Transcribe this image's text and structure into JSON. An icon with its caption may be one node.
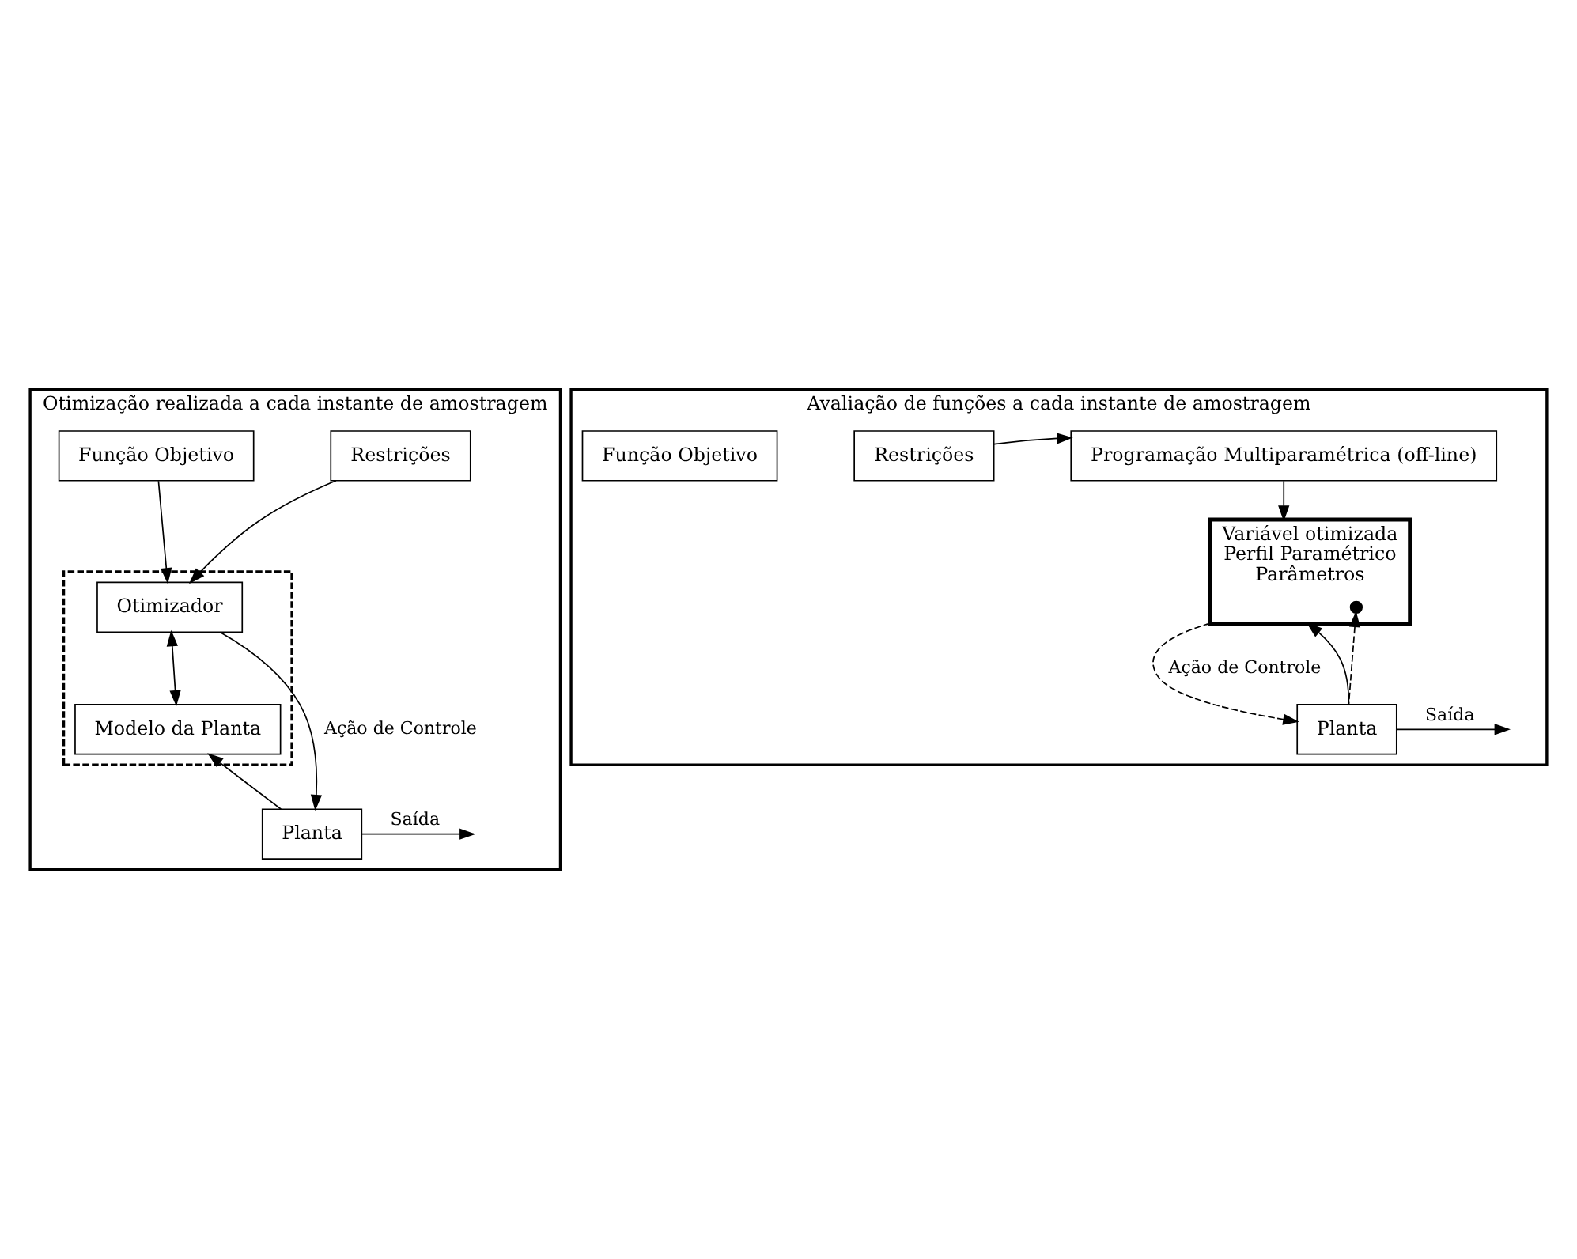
{
  "diagram": {
    "nodes": [
      {
        "text": [
          "Otimização realizada a cada instante de amostragem"
        ]
      },
      {
        "text": [
          "Função Objetivo"
        ],
        "in": 0
      },
      {
        "text": [
          "Restrições"
        ],
        "in": 0
      },
      {
        "text": [],
        "shape": "box",
        "in": 0
      },
      {
        "text": [
          "Otimizador"
        ],
        "in": 3
      },
      {
        "text": [
          "Modelo da Planta"
        ],
        "in": 3
      },
      {
        "text": [
          "Planta"
        ],
        "in": 0
      },
      {
        "text": [
          "Avaliação de funções a cada instante de amostragem"
        ]
      },
      {
        "text": [
          "Função Objetivo"
        ],
        "in": 7
      },
      {
        "text": [
          "Restrições"
        ],
        "in": 7
      },
      {
        "text": [
          "Programação Multiparamétrica (off-line)"
        ],
        "in": 7
      },
      {
        "text": [
          "Variável otimizada",
          "Perfil Paramétrico",
          "Parâmetros"
        ],
        "in": 7
      },
      {
        "text": [],
        "shape": "circle",
        "in": 11
      },
      {
        "text": [
          "Planta"
        ],
        "in": 7
      }
    ],
    "edges": [
      {
        "from": 1,
        "to": 4,
        "arrow": "to"
      },
      {
        "from": 2,
        "to": 4,
        "arrow": "to"
      },
      {
        "from": 4,
        "to": 5,
        "arrow": "both"
      },
      {
        "from": 4,
        "to": 6,
        "arrow": "to",
        "label": "Ação de Controle"
      },
      {
        "from": 6,
        "to": 5,
        "arrow": "to"
      },
      {
        "from": 6,
        "to": null,
        "arrow": "to",
        "label": "Saída"
      },
      {
        "from": 9,
        "to": 10,
        "arrow": "to"
      },
      {
        "from": 10,
        "to": 11,
        "arrow": "to"
      },
      {
        "from": 11,
        "to": 13,
        "arrow": "to",
        "label": "Ação de Controle",
        "style": "dashed"
      },
      {
        "from": 13,
        "to": 11,
        "arrow": "to"
      },
      {
        "from": 13,
        "to": 12,
        "arrow": "to",
        "style": "dashed"
      },
      {
        "from": 13,
        "to": null,
        "arrow": "to",
        "label": "Saída"
      }
    ]
  }
}
